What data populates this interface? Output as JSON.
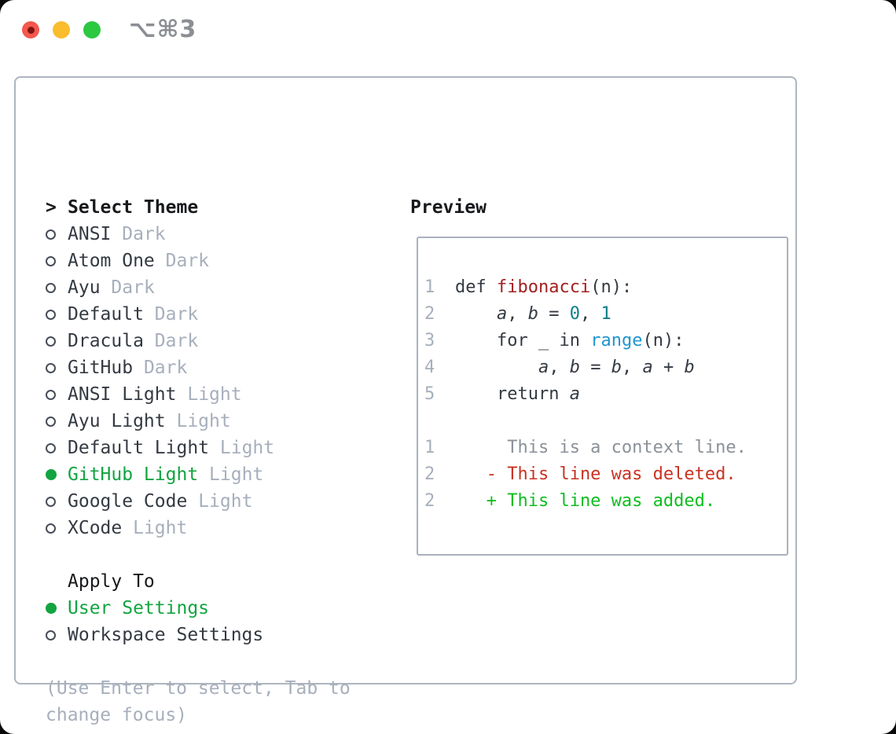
{
  "window": {
    "title": "⌥⌘3",
    "traffic_lights": [
      {
        "name": "close",
        "color": "#f4584e",
        "dot": true,
        "dot_color": "#7e150e"
      },
      {
        "name": "minimize",
        "color": "#f9bd2d",
        "dot": false
      },
      {
        "name": "zoom",
        "color": "#2bc840",
        "dot": false
      }
    ]
  },
  "theme_picker": {
    "header": {
      "prompt": ">",
      "label": "Select Theme"
    },
    "items": [
      {
        "name": "ANSI",
        "variant": "Dark",
        "selected": false
      },
      {
        "name": "Atom One",
        "variant": "Dark",
        "selected": false
      },
      {
        "name": "Ayu",
        "variant": "Dark",
        "selected": false
      },
      {
        "name": "Default",
        "variant": "Dark",
        "selected": false
      },
      {
        "name": "Dracula",
        "variant": "Dark",
        "selected": false
      },
      {
        "name": "GitHub",
        "variant": "Dark",
        "selected": false
      },
      {
        "name": "ANSI Light",
        "variant": "Light",
        "selected": false
      },
      {
        "name": "Ayu Light",
        "variant": "Light",
        "selected": false
      },
      {
        "name": "Default Light",
        "variant": "Light",
        "selected": false
      },
      {
        "name": "GitHub Light",
        "variant": "Light",
        "selected": true
      },
      {
        "name": "Google Code",
        "variant": "Light",
        "selected": false
      },
      {
        "name": "XCode",
        "variant": "Light",
        "selected": false
      }
    ],
    "apply_to": {
      "label": "Apply To",
      "options": [
        {
          "label": "User Settings",
          "selected": true
        },
        {
          "label": "Workspace Settings",
          "selected": false
        }
      ]
    },
    "hint_lines": [
      "(Use Enter to select, Tab to",
      "change focus)"
    ]
  },
  "preview": {
    "label": "Preview",
    "code_lines": [
      {
        "num": "1",
        "segments": [
          {
            "t": "def ",
            "s": "k"
          },
          {
            "t": "fibonacci",
            "s": "fn"
          },
          {
            "t": "(n):",
            "s": "p"
          }
        ]
      },
      {
        "num": "2",
        "segments": [
          {
            "t": "    ",
            "s": "p"
          },
          {
            "t": "a",
            "s": "v"
          },
          {
            "t": ", ",
            "s": "p"
          },
          {
            "t": "b",
            "s": "v"
          },
          {
            "t": " = ",
            "s": "p"
          },
          {
            "t": "0",
            "s": "n"
          },
          {
            "t": ", ",
            "s": "p"
          },
          {
            "t": "1",
            "s": "n"
          }
        ]
      },
      {
        "num": "3",
        "segments": [
          {
            "t": "    for ",
            "s": "k"
          },
          {
            "t": "_ ",
            "s": "p"
          },
          {
            "t": "in ",
            "s": "k"
          },
          {
            "t": "range",
            "s": "b"
          },
          {
            "t": "(n):",
            "s": "p"
          }
        ]
      },
      {
        "num": "4",
        "segments": [
          {
            "t": "        ",
            "s": "p"
          },
          {
            "t": "a",
            "s": "v"
          },
          {
            "t": ", ",
            "s": "p"
          },
          {
            "t": "b",
            "s": "v"
          },
          {
            "t": " = ",
            "s": "p"
          },
          {
            "t": "b",
            "s": "v"
          },
          {
            "t": ", ",
            "s": "p"
          },
          {
            "t": "a",
            "s": "v"
          },
          {
            "t": " + ",
            "s": "p"
          },
          {
            "t": "b",
            "s": "v"
          }
        ]
      },
      {
        "num": "5",
        "segments": [
          {
            "t": "    return ",
            "s": "k"
          },
          {
            "t": "a",
            "s": "v"
          }
        ]
      }
    ],
    "diff_lines": [
      {
        "num": "1",
        "marker": "",
        "kind": "context",
        "text": "This is a context line."
      },
      {
        "num": "2",
        "marker": "-",
        "kind": "deleted",
        "text": "This line was deleted."
      },
      {
        "num": "2",
        "marker": "+",
        "kind": "added",
        "text": "This line was added."
      }
    ]
  },
  "colors": {
    "accent_green": "#12a440",
    "text_black": "#17191c",
    "text_dark": "#343a42",
    "muted": "#a7afbc",
    "function_red": "#a32020",
    "number_teal": "#0c7e8b",
    "builtin_blue": "#2095d2",
    "context_gray": "#8b9199",
    "diff_deleted": "#ca3222",
    "diff_added": "#0fbd20"
  }
}
